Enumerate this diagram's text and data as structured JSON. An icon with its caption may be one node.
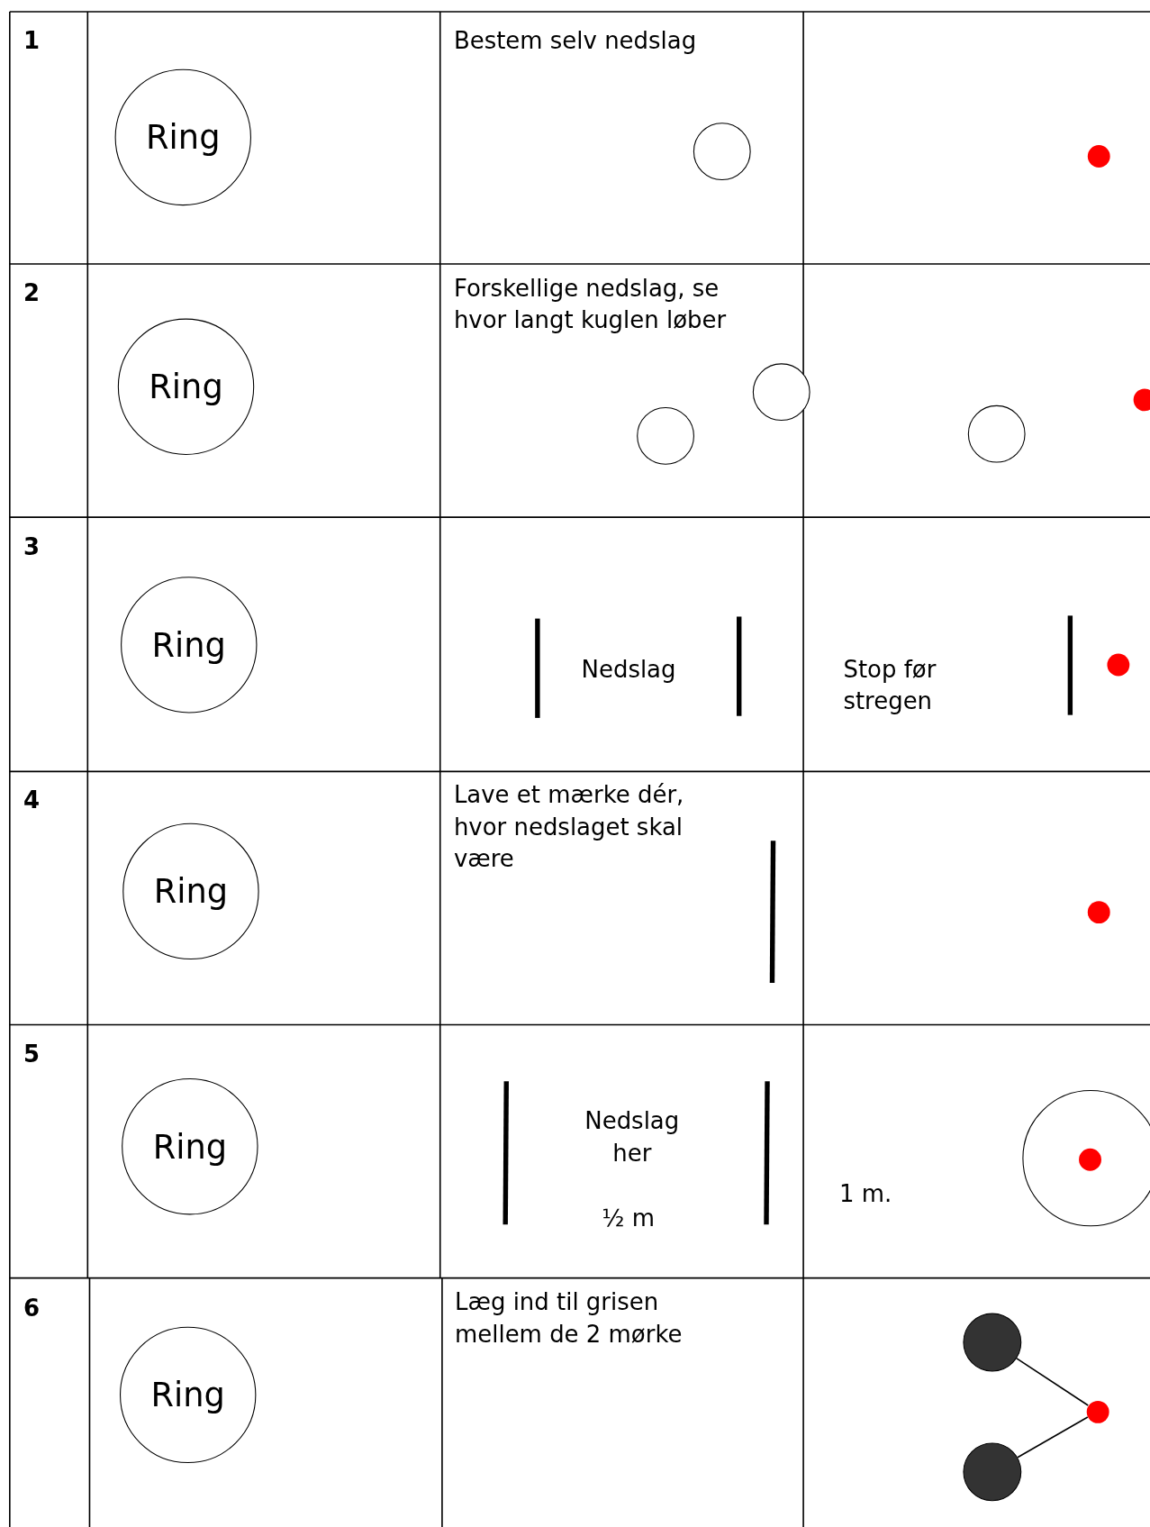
{
  "diagram": {
    "nodes": [
      {
        "text": [
          "Ring"
        ]
      },
      {
        "text": [],
        "shape": "circle"
      },
      {
        "text": [],
        "shape": "circle"
      },
      {
        "text": [
          "Ring"
        ]
      },
      {
        "text": [],
        "shape": "circle"
      },
      {
        "text": [],
        "shape": "circle"
      },
      {
        "text": [],
        "shape": "circle"
      },
      {
        "text": [],
        "shape": "circle"
      },
      {
        "text": [
          "Ring"
        ]
      },
      {
        "text": [],
        "shape": "circle"
      },
      {
        "text": [
          "Ring"
        ]
      },
      {
        "text": [],
        "shape": "circle"
      },
      {
        "text": [
          "Ring"
        ]
      },
      {
        "text": [],
        "shape": "circle"
      },
      {
        "text": [],
        "shape": "circle",
        "in": 13
      },
      {
        "text": [
          "Ring"
        ]
      },
      {
        "text": [],
        "shape": "circle"
      },
      {
        "text": [],
        "shape": "circle"
      },
      {
        "text": [],
        "shape": "circle"
      }
    ],
    "edges": [
      {
        "from": 16,
        "to": 17,
        "arrow": "none"
      },
      {
        "from": 18,
        "to": 17,
        "arrow": "none"
      }
    ],
    "labels": [
      "1",
      "Bestem selv nedslag",
      "2",
      "Forskellige nedslag, se hvor langt kuglen løber",
      "3",
      "Nedslag",
      "Stop før stregen",
      "4",
      "Lave et mærke dér, hvor nedslaget skal være",
      "5",
      "Nedslag her",
      "½ m",
      "1 m.",
      "6",
      "Læg ind til grisen mellem de 2 mørke"
    ]
  }
}
